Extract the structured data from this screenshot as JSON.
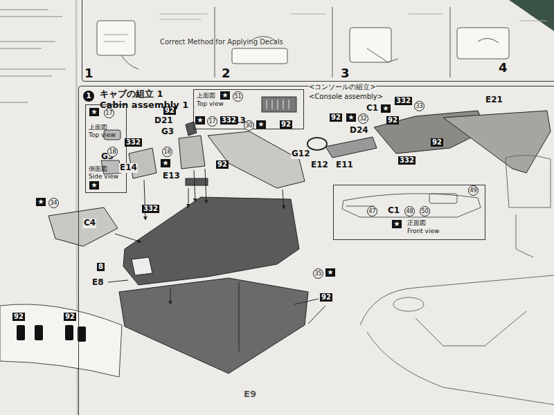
{
  "diagram": {
    "nodes": [
      {
        "text": [
          "Correct Method for Applying Decals"
        ]
      },
      {
        "text": [
          "キャブの組立 1",
          "Cabin assembly 1"
        ]
      },
      {
        "text": [
          "上面図",
          "Top view",
          "G3",
          "側面図",
          "Side view"
        ],
        "in": 1
      },
      {
        "text": [
          "上面図",
          "Top view",
          "E13"
        ],
        "in": 1
      },
      {
        "text": [
          "C1",
          "正面図",
          "Front view"
        ],
        "in": 1
      }
    ],
    "labels": [
      "1",
      "2",
      "3",
      "4",
      "1",
      "★",
      "17",
      "18",
      "★",
      "★",
      "51",
      "92",
      "D21",
      "G3",
      "★",
      "17",
      "332",
      "30",
      "★",
      "92",
      "332",
      "18",
      "★",
      "E14",
      "E13",
      "92",
      "G12",
      "★",
      "34",
      "C4",
      "332",
      "8",
      "E8",
      "35",
      "★",
      "92",
      "92",
      "92",
      "E9",
      "<コンソールの組立>",
      "<Console assembly>",
      "C1",
      "★",
      "332",
      "33",
      "E21",
      "92",
      "★",
      "32",
      "92",
      "D24",
      "E12",
      "E11",
      "332",
      "92",
      "49",
      "47",
      "48",
      "50",
      "★"
    ]
  }
}
